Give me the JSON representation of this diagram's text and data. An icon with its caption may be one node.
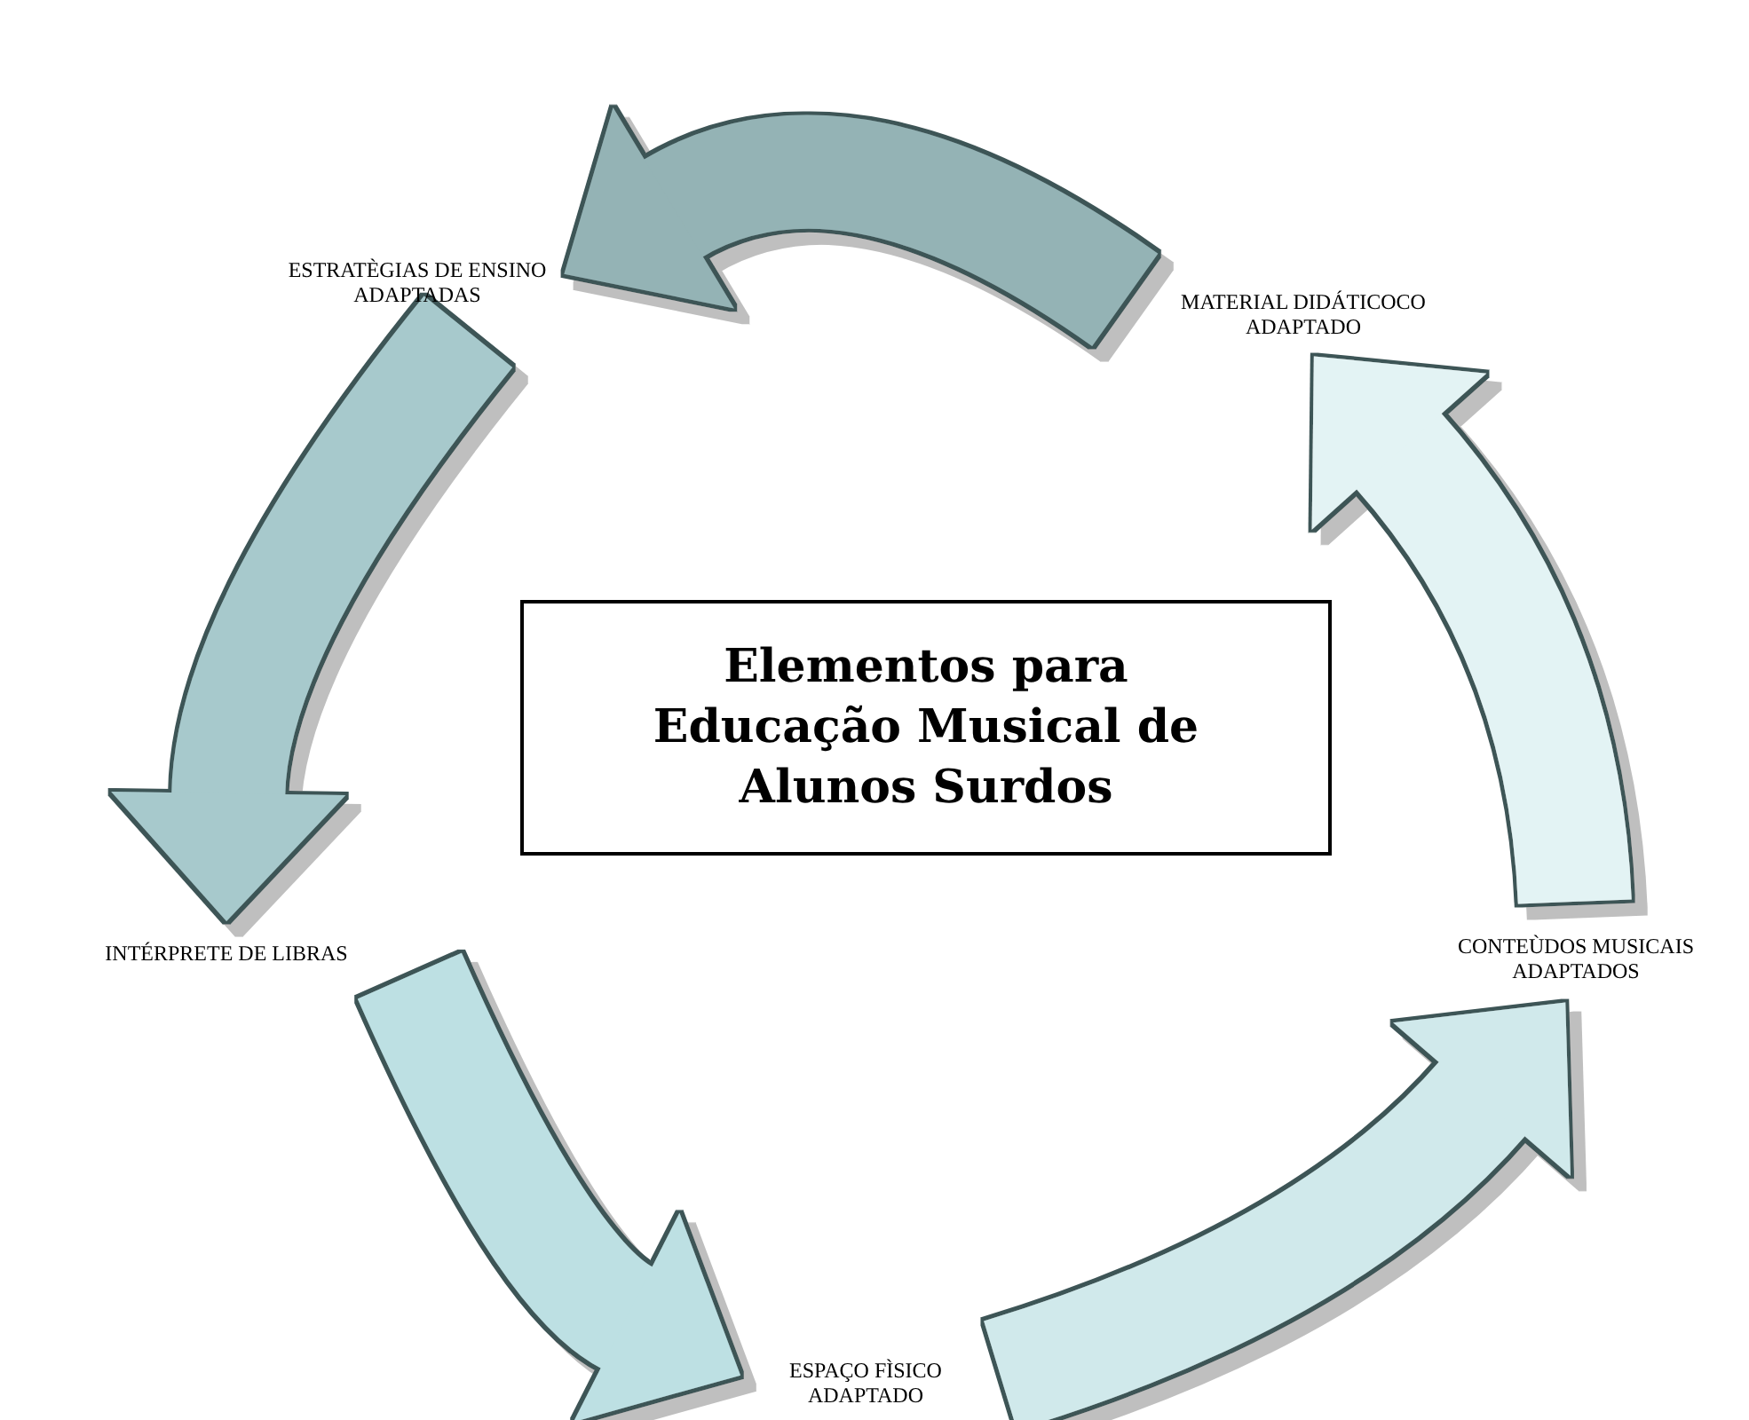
{
  "diagram": {
    "nodes": [
      {
        "text": [
          "Elementos para Educação Musical de Alunos Surdos"
        ]
      },
      {
        "text": [
          "ESTRATÈGIAS DE ENSINO ADAPTADAS"
        ]
      },
      {
        "text": [
          "MATERIAL DIDÁTICOCO ADAPTADO"
        ]
      },
      {
        "text": [
          "INTÉRPRETE DE LIBRAS"
        ]
      },
      {
        "text": [
          "CONTEÙDOS MUSICAIS ADAPTADOS"
        ]
      },
      {
        "text": [
          "ESPAÇO FÌSICO ADAPTADO"
        ]
      }
    ],
    "edges": [
      {
        "from": 2,
        "to": 1,
        "arrow": "to",
        "color": "#94b3b5"
      },
      {
        "from": 1,
        "to": 3,
        "arrow": "to",
        "color": "#a7c9cc"
      },
      {
        "from": 3,
        "to": 5,
        "arrow": "to",
        "color": "#bde0e3"
      },
      {
        "from": 5,
        "to": 4,
        "arrow": "to",
        "color": "#d0e9eb"
      },
      {
        "from": 4,
        "to": 2,
        "arrow": "to",
        "color": "#e3f3f4"
      }
    ]
  }
}
